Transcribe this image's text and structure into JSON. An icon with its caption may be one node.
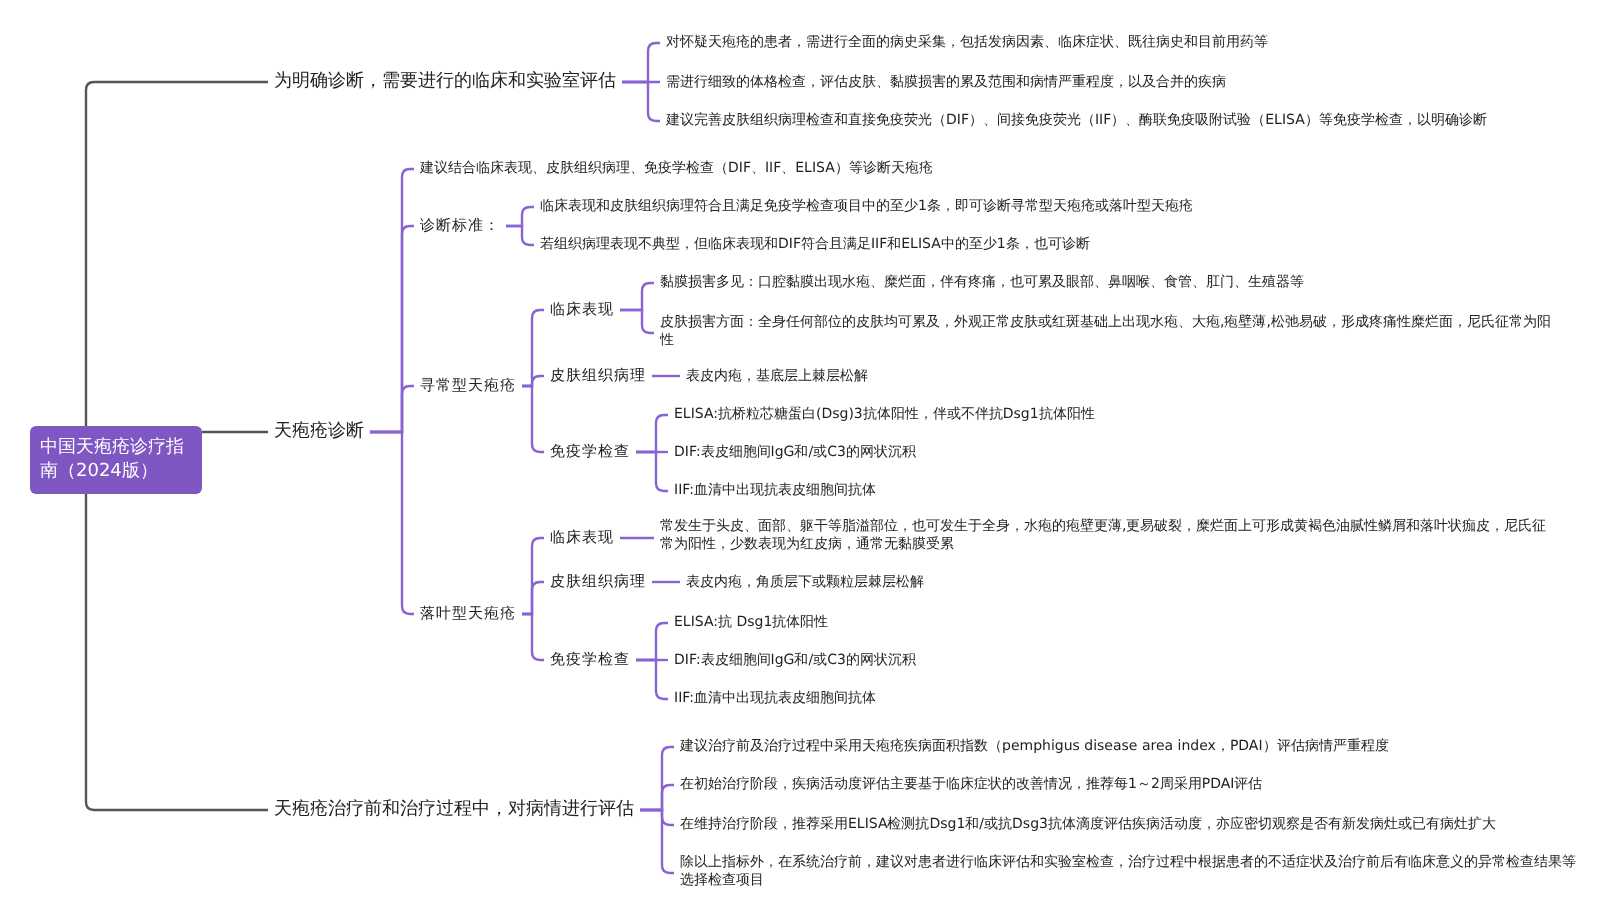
{
  "diagram": {
    "nodes": [
      {
        "text": [
          "中国天疱疮诊疗指南（2024版）"
        ]
      },
      {
        "text": [
          "为明确诊断，需要进行的临床和实验室评估"
        ]
      },
      {
        "text": [
          "对怀疑天疱疮的患者，需进行全面的病史采集，包括发病因素、临床症状、既往病史和目前用药等"
        ]
      },
      {
        "text": [
          "需进行细致的体格检查，评估皮肤、黏膜损害的累及范围和病情严重程度，以及合并的疾病"
        ]
      },
      {
        "text": [
          "建议完善皮肤组织病理检查和直接免疫荧光（DIF）、间接免疫荧光（IIF）、酶联免疫吸附试验（ELISA）等免疫学检查，以明确诊断"
        ]
      },
      {
        "text": [
          "天疱疮诊断"
        ]
      },
      {
        "text": [
          "建议结合临床表现、皮肤组织病理、免疫学检查（DIF、IIF、ELISA）等诊断天疱疮"
        ]
      },
      {
        "text": [
          "诊断标准："
        ]
      },
      {
        "text": [
          "临床表现和皮肤组织病理符合且满足免疫学检查项目中的至少1条，即可诊断寻常型天疱疮或落叶型天疱疮"
        ]
      },
      {
        "text": [
          "若组织病理表现不典型，但临床表现和DIF符合且满足IIF和ELISA中的至少1条，也可诊断"
        ]
      },
      {
        "text": [
          "寻常型天疱疮"
        ]
      },
      {
        "text": [
          "临床表现"
        ]
      },
      {
        "text": [
          "黏膜损害多见：口腔黏膜出现水疱、糜烂面，伴有疼痛，也可累及眼部、鼻咽喉、食管、肛门、生殖器等"
        ]
      },
      {
        "text": [
          "皮肤损害方面：全身任何部位的皮肤均可累及，外观正常皮肤或红斑基础上出现水疱、大疱,疱壁薄,松弛易破，形成疼痛性糜烂面，尼氏征常为阳性"
        ]
      },
      {
        "text": [
          "皮肤组织病理"
        ]
      },
      {
        "text": [
          "表皮内疱，基底层上棘层松解"
        ]
      },
      {
        "text": [
          "免疫学检查"
        ]
      },
      {
        "text": [
          "ELISA:抗桥粒芯糖蛋白(Dsg)3抗体阳性，伴或不伴抗Dsg1抗体阳性"
        ]
      },
      {
        "text": [
          "DIF:表皮细胞间IgG和/或C3的网状沉积"
        ]
      },
      {
        "text": [
          "IIF:血清中出现抗表皮细胞间抗体"
        ]
      },
      {
        "text": [
          "落叶型天疱疮"
        ]
      },
      {
        "text": [
          "临床表现"
        ]
      },
      {
        "text": [
          "常发生于头皮、面部、躯干等脂溢部位，也可发生于全身，水疱的疱壁更薄,更易破裂，糜烂面上可形成黄褐色油腻性鳞屑和落叶状痂皮，尼氏征常为阳性，少数表现为红皮病，通常无黏膜受累"
        ]
      },
      {
        "text": [
          "皮肤组织病理"
        ]
      },
      {
        "text": [
          "表皮内疱，角质层下或颗粒层棘层松解"
        ]
      },
      {
        "text": [
          "免疫学检查"
        ]
      },
      {
        "text": [
          "ELISA:抗 Dsg1抗体阳性"
        ]
      },
      {
        "text": [
          "DIF:表皮细胞间IgG和/或C3的网状沉积"
        ]
      },
      {
        "text": [
          "IIF:血清中出现抗表皮细胞间抗体"
        ]
      },
      {
        "text": [
          "天疱疮治疗前和治疗过程中，对病情进行评估"
        ]
      },
      {
        "text": [
          "建议治疗前及治疗过程中采用天疱疮疾病面积指数（pemphigus disease area index，PDAI）评估病情严重程度"
        ]
      },
      {
        "text": [
          "在初始治疗阶段，疾病活动度评估主要基于临床症状的改善情况，推荐每1～2周采用PDAI评估"
        ]
      },
      {
        "text": [
          "在维持治疗阶段，推荐采用ELISA检测抗Dsg1和/或抗Dsg3抗体滴度评估疾病活动度，亦应密切观察是否有新发病灶或已有病灶扩大"
        ]
      },
      {
        "text": [
          "除以上指标外，在系统治疗前，建议对患者进行临床评估和实验室检查，治疗过程中根据患者的不适症状及治疗前后有临床意义的异常检查结果等选择检查项目"
        ]
      }
    ],
    "edges": [
      {
        "from": 0,
        "to": 1,
        "arrow": "none",
        "color": "#555555"
      },
      {
        "from": 1,
        "to": 2,
        "arrow": "none"
      },
      {
        "from": 1,
        "to": 3,
        "arrow": "none"
      },
      {
        "from": 1,
        "to": 4,
        "arrow": "none"
      },
      {
        "from": 0,
        "to": 5,
        "arrow": "none",
        "color": "#555555"
      },
      {
        "from": 5,
        "to": 6,
        "arrow": "none"
      },
      {
        "from": 5,
        "to": 7,
        "arrow": "none"
      },
      {
        "from": 7,
        "to": 8,
        "arrow": "none"
      },
      {
        "from": 7,
        "to": 9,
        "arrow": "none"
      },
      {
        "from": 5,
        "to": 10,
        "arrow": "none"
      },
      {
        "from": 10,
        "to": 11,
        "arrow": "none"
      },
      {
        "from": 11,
        "to": 12,
        "arrow": "none"
      },
      {
        "from": 11,
        "to": 13,
        "arrow": "none"
      },
      {
        "from": 10,
        "to": 14,
        "arrow": "none"
      },
      {
        "from": 14,
        "to": 15,
        "arrow": "none"
      },
      {
        "from": 10,
        "to": 16,
        "arrow": "none"
      },
      {
        "from": 16,
        "to": 17,
        "arrow": "none"
      },
      {
        "from": 16,
        "to": 18,
        "arrow": "none"
      },
      {
        "from": 16,
        "to": 19,
        "arrow": "none"
      },
      {
        "from": 5,
        "to": 20,
        "arrow": "none"
      },
      {
        "from": 20,
        "to": 21,
        "arrow": "none"
      },
      {
        "from": 21,
        "to": 22,
        "arrow": "none"
      },
      {
        "from": 20,
        "to": 23,
        "arrow": "none"
      },
      {
        "from": 23,
        "to": 24,
        "arrow": "none"
      },
      {
        "from": 20,
        "to": 25,
        "arrow": "none"
      },
      {
        "from": 25,
        "to": 26,
        "arrow": "none"
      },
      {
        "from": 25,
        "to": 27,
        "arrow": "none"
      },
      {
        "from": 25,
        "to": 28,
        "arrow": "none"
      },
      {
        "from": 0,
        "to": 29,
        "arrow": "none",
        "color": "#555555"
      },
      {
        "from": 29,
        "to": 30,
        "arrow": "none"
      },
      {
        "from": 29,
        "to": 31,
        "arrow": "none"
      },
      {
        "from": 29,
        "to": 32,
        "arrow": "none"
      },
      {
        "from": 29,
        "to": 33,
        "arrow": "none"
      }
    ]
  }
}
